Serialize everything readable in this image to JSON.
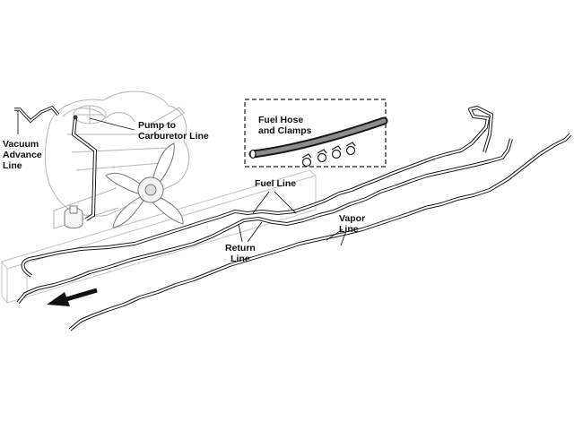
{
  "labels": {
    "vacuum_advance_line": "Vacuum\nAdvance\nLine",
    "pump_to_carburetor_line": "Pump to\nCarburetor Line",
    "fuel_hose_and_clamps": "Fuel Hose\nand Clamps",
    "fuel_line": "Fuel Line",
    "vapor_line": "Vapor\nLine",
    "return_line": "Return\nLine"
  },
  "colors": {
    "line_art": "#1a1a1a",
    "engine_ghost": "#b5b5b5",
    "arrow": "#111111"
  },
  "icons": {
    "direction_arrow": "arrow-left-down-icon"
  }
}
